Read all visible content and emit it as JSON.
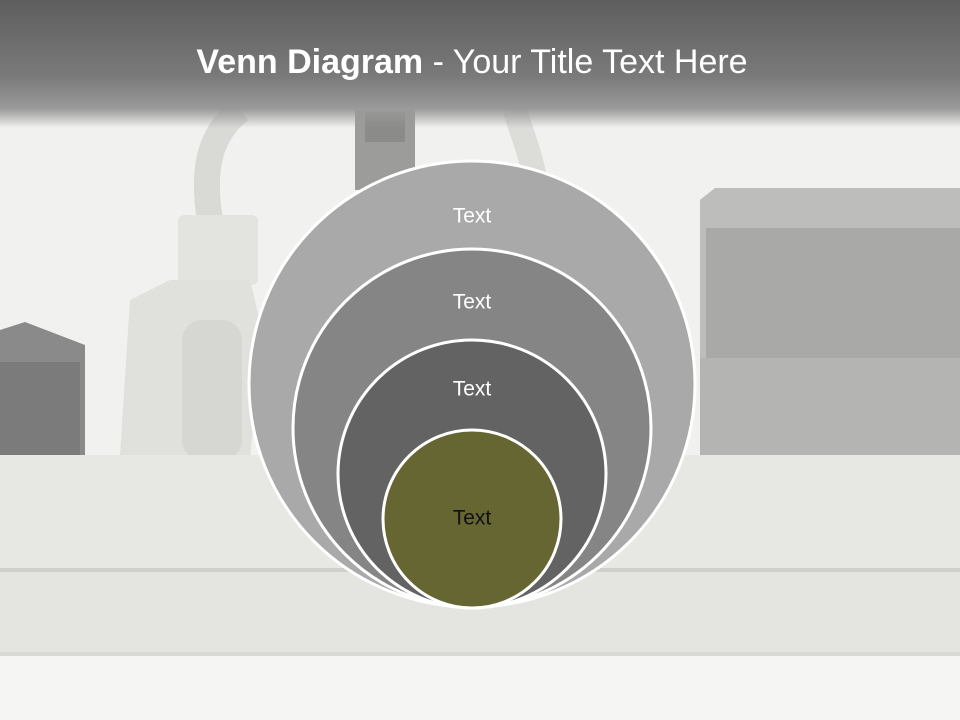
{
  "slide": {
    "title_bold": "Venn Diagram",
    "title_rest": " - Your Title Text Here"
  },
  "diagram": {
    "type": "nested-circles",
    "levels": [
      {
        "label": "Text",
        "color": "#a9a9a9"
      },
      {
        "label": "Text",
        "color": "#858585"
      },
      {
        "label": "Text",
        "color": "#636363"
      },
      {
        "label": "Text",
        "color": "#666633"
      }
    ],
    "outline_color": "#ffffff"
  }
}
